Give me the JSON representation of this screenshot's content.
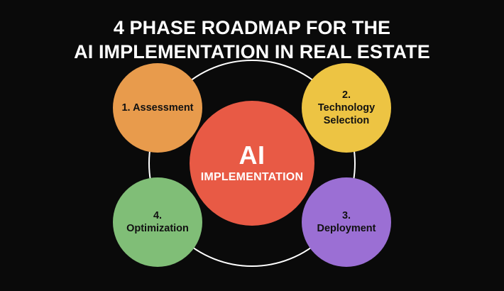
{
  "background_color": "#0a0a0a",
  "title": {
    "line1": "4 PHASE ROADMAP FOR THE",
    "line2": "AI IMPLEMENTATION IN REAL ESTATE",
    "color": "#ffffff"
  },
  "center": {
    "main": "AI",
    "sub": "IMPLEMENTATION",
    "color": "#e85a45",
    "text_color": "#ffffff"
  },
  "connector": {
    "color": "#ffffff",
    "width": 2
  },
  "phases": [
    {
      "number": "1.",
      "label": "1. Assessment",
      "name": "Assessment",
      "color": "#e89b4c",
      "text_color": "#111111",
      "position": "top-left"
    },
    {
      "number": "2.",
      "label": "2.\nTechnology\nSelection",
      "name": "Technology Selection",
      "color": "#edc443",
      "text_color": "#111111",
      "position": "top-right"
    },
    {
      "number": "3.",
      "label": "3.\nDeployment",
      "name": "Deployment",
      "color": "#9b6fd4",
      "text_color": "#111111",
      "position": "bottom-right"
    },
    {
      "number": "4.",
      "label": "4.\nOptimization",
      "name": "Optimization",
      "color": "#80be77",
      "text_color": "#111111",
      "position": "bottom-left"
    }
  ]
}
